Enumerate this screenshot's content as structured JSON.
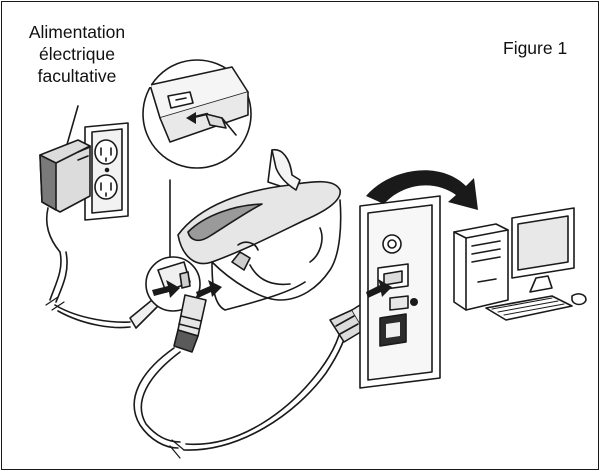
{
  "callout": {
    "line1": "Alimentation",
    "line2": "électrique",
    "line3": "facultative"
  },
  "figure_label": "Figure 1",
  "colors": {
    "line": "#1a1a1a",
    "shade": "#bdbdbd",
    "light": "#e4e4e4",
    "dark": "#2b2b2b"
  }
}
